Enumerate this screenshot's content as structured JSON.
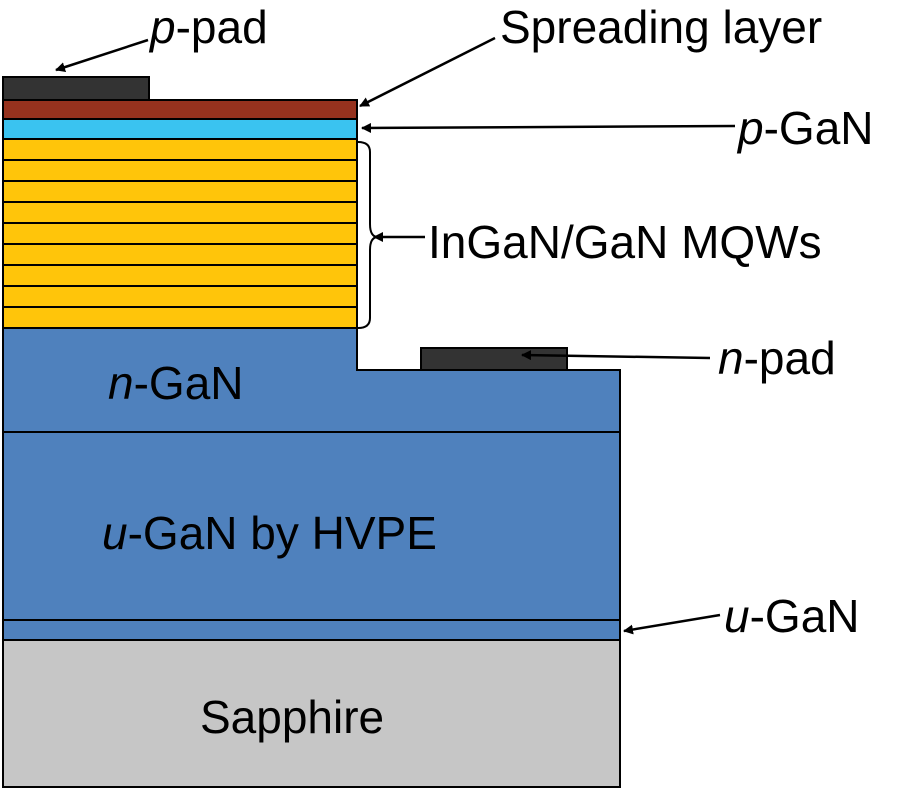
{
  "colors": {
    "p_pad": "#333333",
    "spreading_layer": "#96321e",
    "p_gan": "#3ac3f0",
    "mqw": "#ffc50a",
    "gan_blue": "#4f81bd",
    "sapphire": "#c6c6c6",
    "outline": "#000000"
  },
  "mqw": {
    "well_count": 9
  },
  "labels": {
    "p_pad": {
      "italic": "p",
      "rest": "-pad"
    },
    "spreading_layer": "Spreading layer",
    "p_gan": {
      "italic": "p",
      "rest": "-GaN"
    },
    "mqws": "InGaN/GaN MQWs",
    "n_pad": {
      "italic": "n",
      "rest": "-pad"
    },
    "n_gan": {
      "italic": "n",
      "rest": "-GaN"
    },
    "u_gan_hvpe": {
      "italic": "u",
      "rest": "-GaN by HVPE"
    },
    "u_gan": {
      "italic": "u",
      "rest": "-GaN"
    },
    "sapphire": "Sapphire"
  }
}
